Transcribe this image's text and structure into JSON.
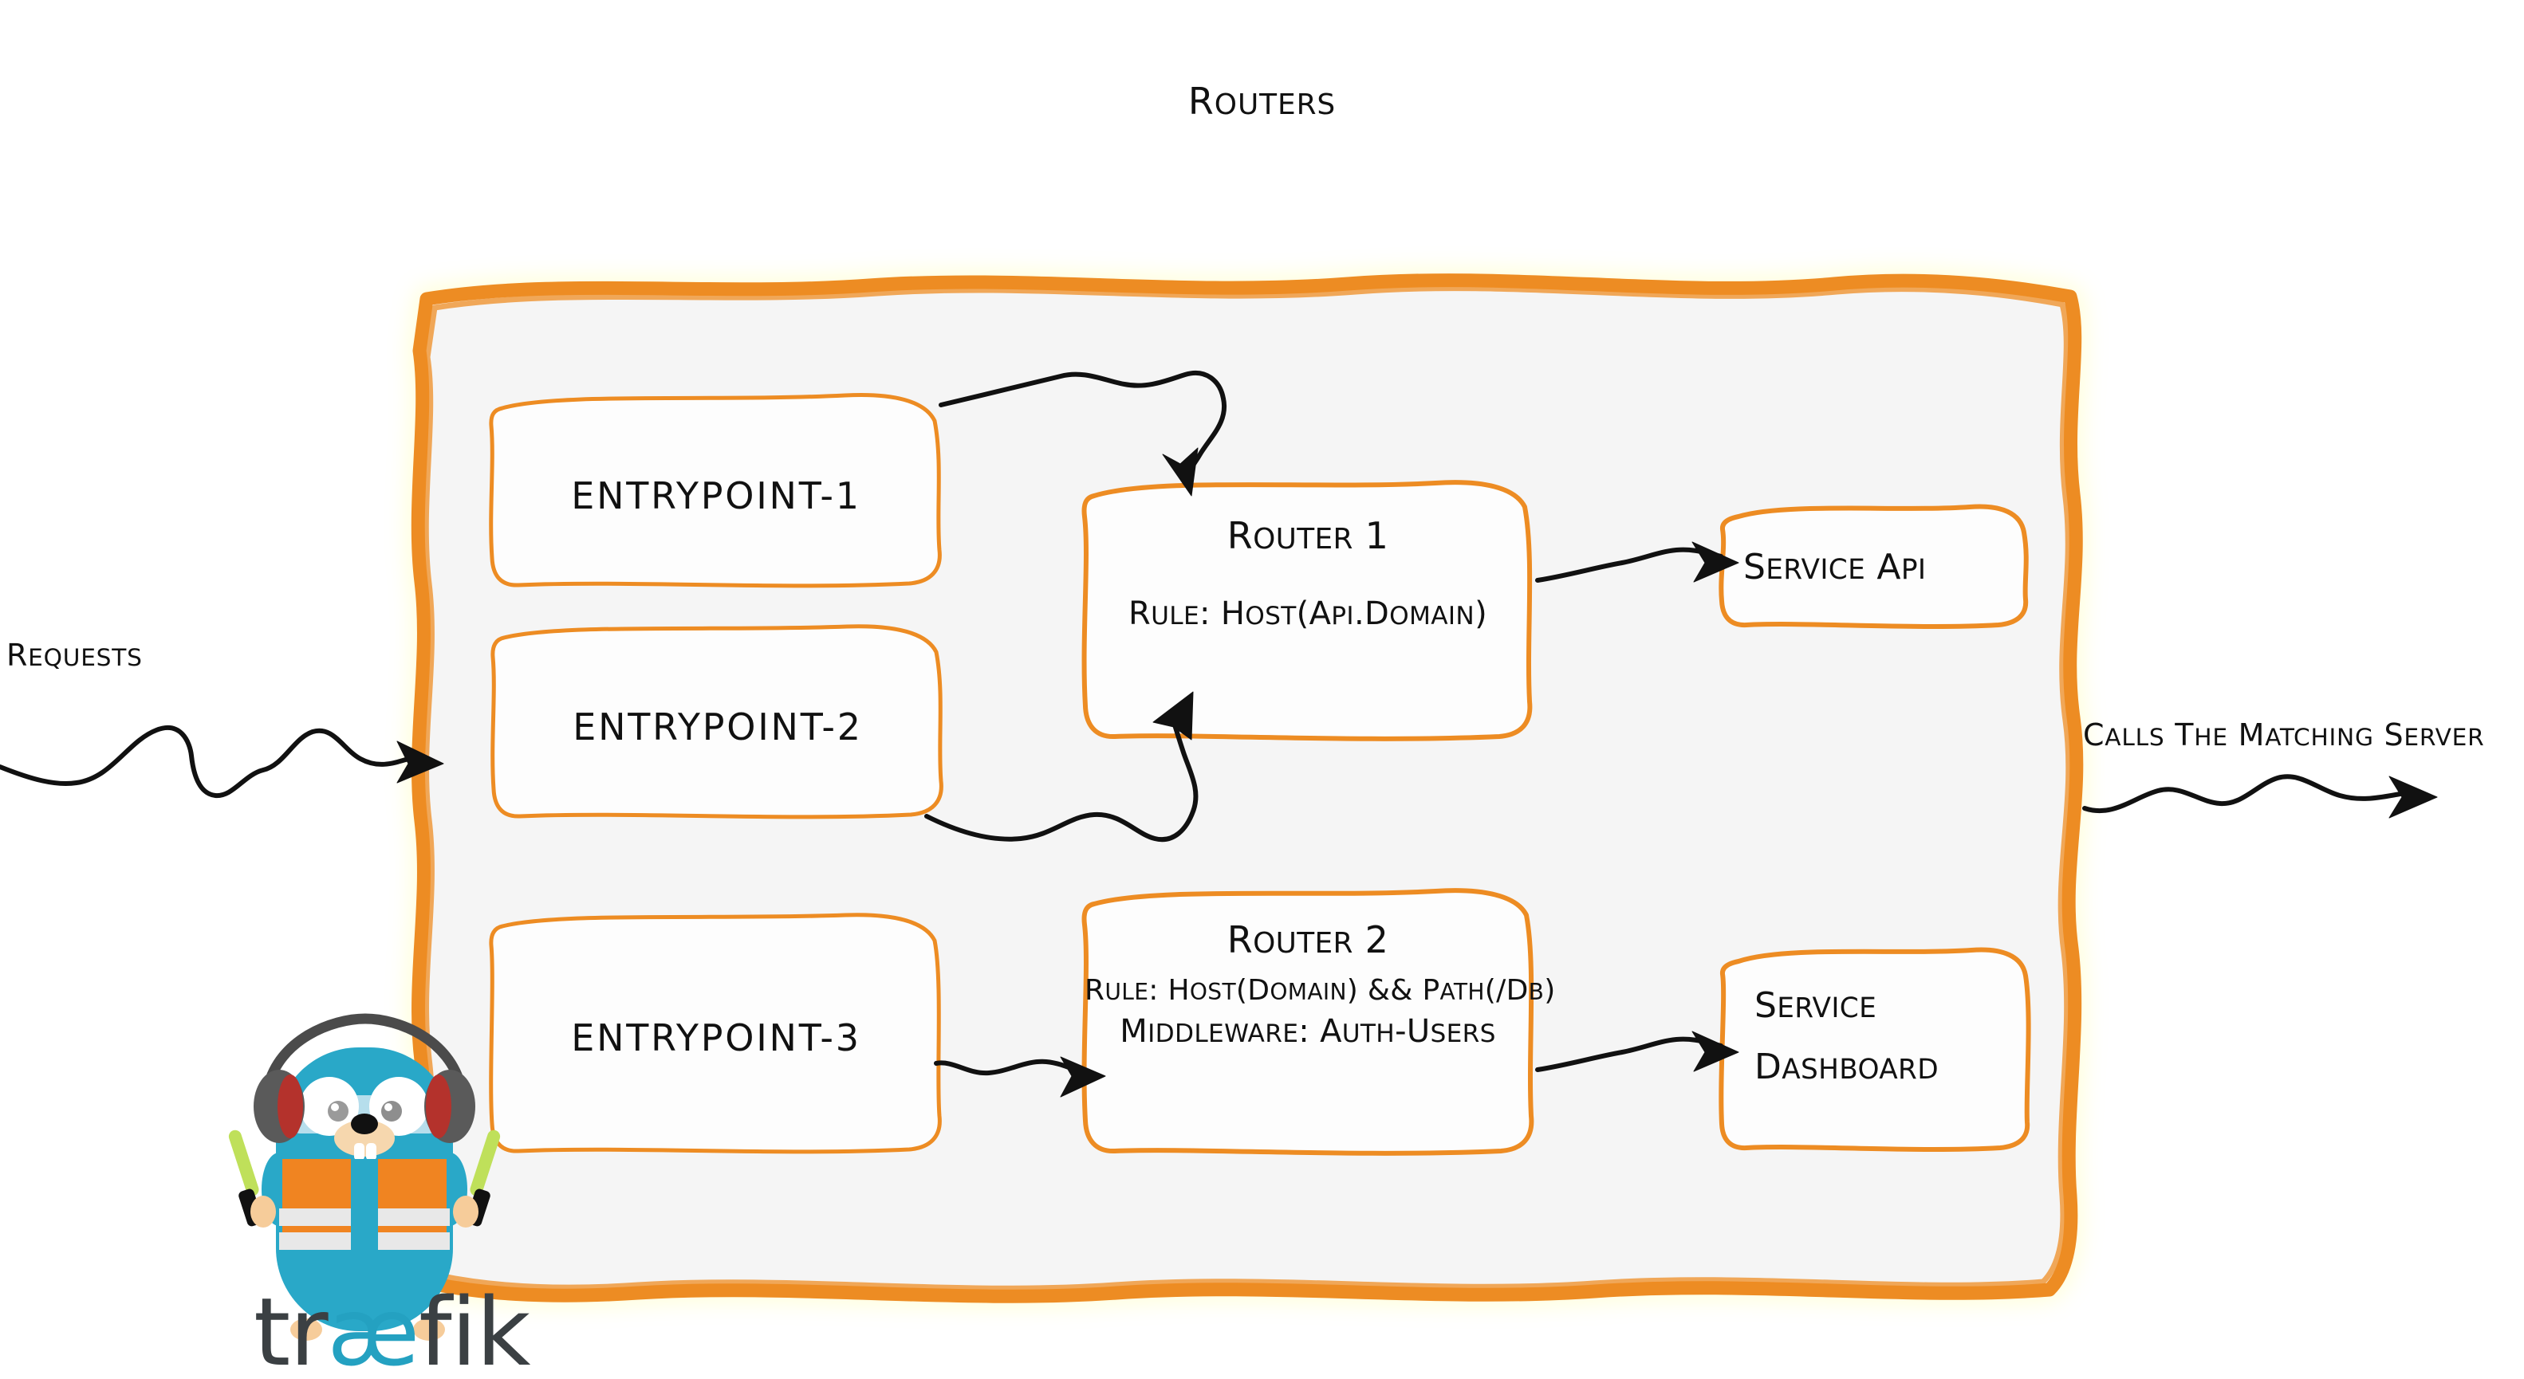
{
  "diagram": {
    "title": "Routers",
    "colors": {
      "accent_orange": "#ED8C23",
      "panel_fill": "#F5F5F5",
      "box_fill": "#FDFDFD",
      "ink": "#111111",
      "traefik_cyan": "#24A1C1",
      "traefik_dark": "#3B4043",
      "vest_orange": "#F08421",
      "wand_green": "#BFE05A"
    },
    "entrypoints": [
      {
        "label": "entrypoint-1"
      },
      {
        "label": "entrypoint-2"
      },
      {
        "label": "entrypoint-3"
      }
    ],
    "routers": [
      {
        "title": "Router 1",
        "lines": [
          "rule: Host(api.domain)"
        ]
      },
      {
        "title": "Router 2",
        "lines": [
          "rule: Host(domain) && Path(/db)",
          "Middleware: auth-users"
        ]
      }
    ],
    "services": [
      {
        "lines": [
          "Service API"
        ]
      },
      {
        "lines": [
          "Service",
          "Dashboard"
        ]
      }
    ],
    "annotations": {
      "requests": "Requests",
      "calls": "Calls the matching server"
    },
    "logo": {
      "wordmark_a": "tr",
      "wordmark_ae": "æ",
      "wordmark_b": "fik",
      "mascot": "traefik-gopher-mascot"
    }
  }
}
